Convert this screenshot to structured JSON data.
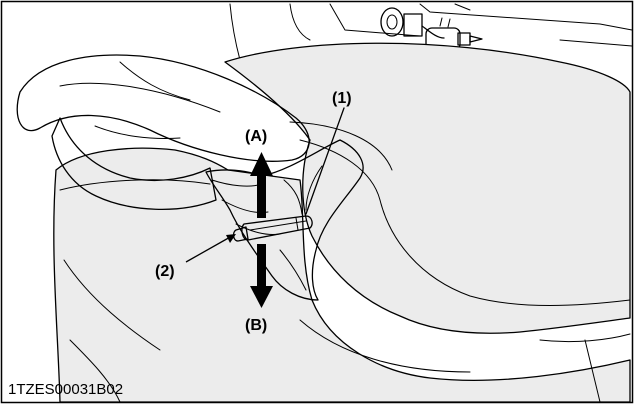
{
  "labels": {
    "part_1": "(1)",
    "part_2": "(2)",
    "direction_a": "(A)",
    "direction_b": "(B)"
  },
  "figure_id": "1TZES00031B02",
  "colors": {
    "background": "#ffffff",
    "line": "#000000",
    "body_fill": "#ececec",
    "lever_fill": "#a8a8a8"
  }
}
